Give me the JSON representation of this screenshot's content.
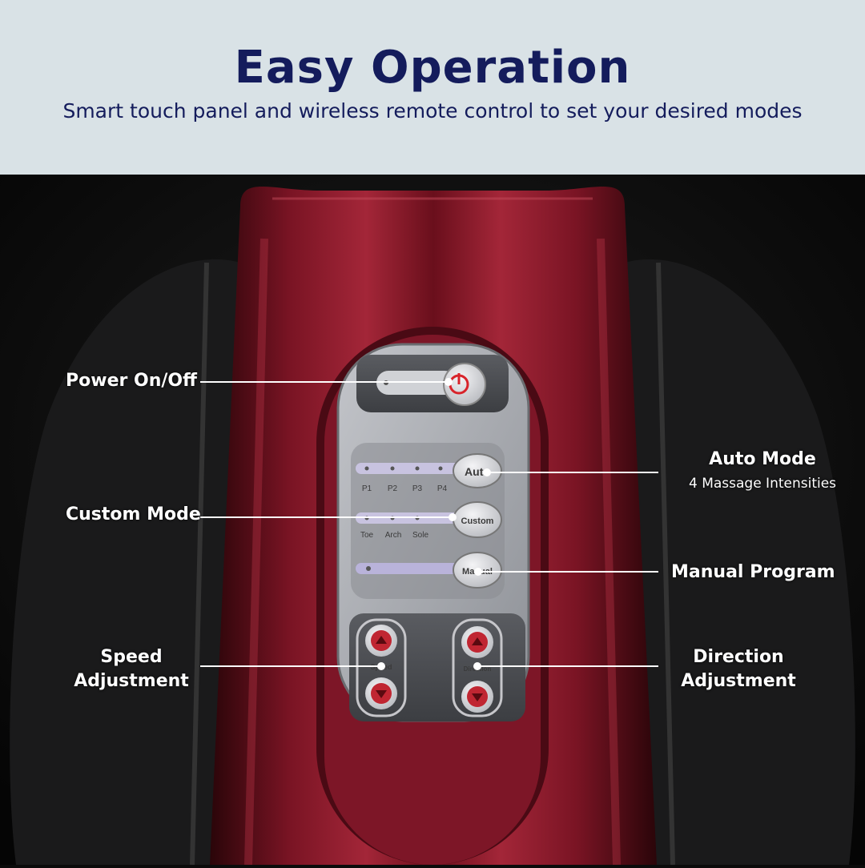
{
  "header": {
    "title": "Easy Operation",
    "subtitle": "Smart touch panel and wireless remote control to set your desired modes"
  },
  "callouts": {
    "power": "Power On/Off",
    "auto_mode": "Auto Mode",
    "auto_mode_sub": "4 Massage Intensities",
    "custom_mode": "Custom Mode",
    "manual_program": "Manual Program",
    "speed_line1": "Speed",
    "speed_line2": "Adjustment",
    "direction_line1": "Direction",
    "direction_line2": "Adjustment"
  },
  "panel": {
    "auto_label": "Auto",
    "custom_label": "Custom",
    "manual_label": "Manual",
    "p_labels": [
      "P1",
      "P2",
      "P3",
      "P4"
    ],
    "zone_labels": [
      "Toe",
      "Arch",
      "Sole"
    ],
    "speed_label": "Speed",
    "direction_label": "Direction"
  },
  "colors": {
    "header_bg": "#d9e2e6",
    "title_color": "#141c5c",
    "device_red": "#6e0f1c",
    "panel_grey": "#a9abb0",
    "power_red": "#d8242b"
  }
}
